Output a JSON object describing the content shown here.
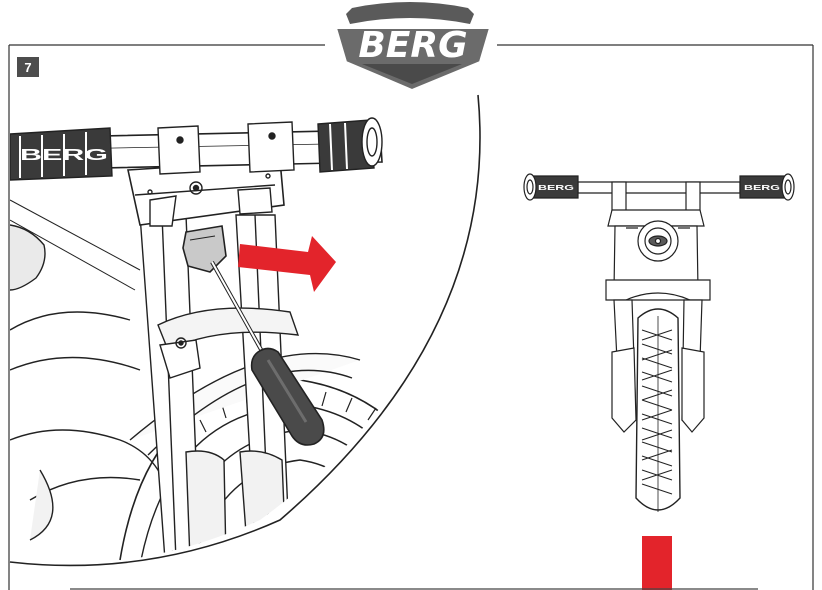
{
  "header": {
    "logo_text": "BERG",
    "step_number": "7"
  },
  "illustration": {
    "grip_text_large": "BERG",
    "grip_text_small_left": "BERG",
    "grip_text_small_right": "BERG"
  },
  "colors": {
    "accent_red": "#e3242b",
    "line": "#222222",
    "logo_gray": "#5a5a5a",
    "step_badge": "#4d4d4d"
  }
}
